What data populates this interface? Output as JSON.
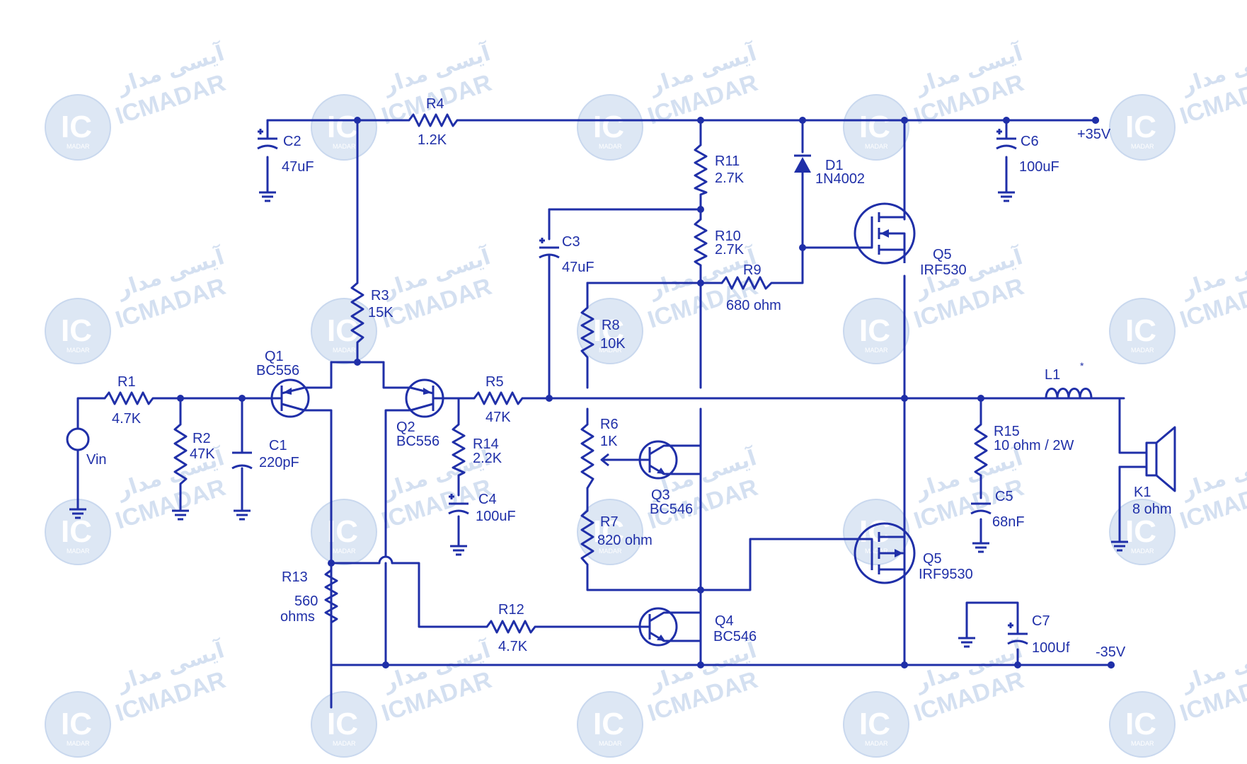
{
  "watermark": {
    "logo_letters": "IC",
    "logo_small": "MADAR",
    "brand_latin": "ICMADAR",
    "brand_persian": "آیسی مدار"
  },
  "components": {
    "R1": {
      "name": "R1",
      "value": "4.7K"
    },
    "R2": {
      "name": "R2",
      "value": "47K"
    },
    "R3": {
      "name": "R3",
      "value": "15K"
    },
    "R4": {
      "name": "R4",
      "value": "1.2K"
    },
    "R5": {
      "name": "R5",
      "value": "47K"
    },
    "R6": {
      "name": "R6",
      "value": "1K"
    },
    "R7": {
      "name": "R7",
      "value": "820 ohm"
    },
    "R8": {
      "name": "R8",
      "value": "10K"
    },
    "R9": {
      "name": "R9",
      "value": "680 ohm"
    },
    "R10": {
      "name": "R10",
      "value": "2.7K"
    },
    "R11": {
      "name": "R11",
      "value": "2.7K"
    },
    "R12": {
      "name": "R12",
      "value": "4.7K"
    },
    "R13": {
      "name": "R13",
      "value": "560",
      "value2": "ohms"
    },
    "R14": {
      "name": "R14",
      "value": "2.2K"
    },
    "R15": {
      "name": "R15",
      "value": "10 ohm / 2W"
    },
    "C1": {
      "name": "C1",
      "value": "220pF"
    },
    "C2": {
      "name": "C2",
      "value": "47uF"
    },
    "C3": {
      "name": "C3",
      "value": "47uF"
    },
    "C4": {
      "name": "C4",
      "value": "100uF"
    },
    "C5": {
      "name": "C5",
      "value": "68nF"
    },
    "C6": {
      "name": "C6",
      "value": "100uF"
    },
    "C7": {
      "name": "C7",
      "value": "100Uf"
    },
    "Q1": {
      "name": "Q1",
      "value": "BC556"
    },
    "Q2": {
      "name": "Q2",
      "value": "BC556"
    },
    "Q3": {
      "name": "Q3",
      "value": "BC546"
    },
    "Q4": {
      "name": "Q4",
      "value": "BC546"
    },
    "Q5a": {
      "name": "Q5",
      "value": "IRF530"
    },
    "Q5b": {
      "name": "Q5",
      "value": "IRF9530"
    },
    "D1": {
      "name": "D1",
      "value": "1N4002"
    },
    "L1": {
      "name": "L1",
      "mark": "*"
    },
    "K1": {
      "name": "K1",
      "value": "8 ohm"
    },
    "Vin": {
      "name": "Vin"
    }
  },
  "rails": {
    "positive": "+35V",
    "negative": "-35V"
  },
  "colors": {
    "wire": "#1f2fa8",
    "watermark": "#d4e0f1",
    "background": "#ffffff"
  }
}
